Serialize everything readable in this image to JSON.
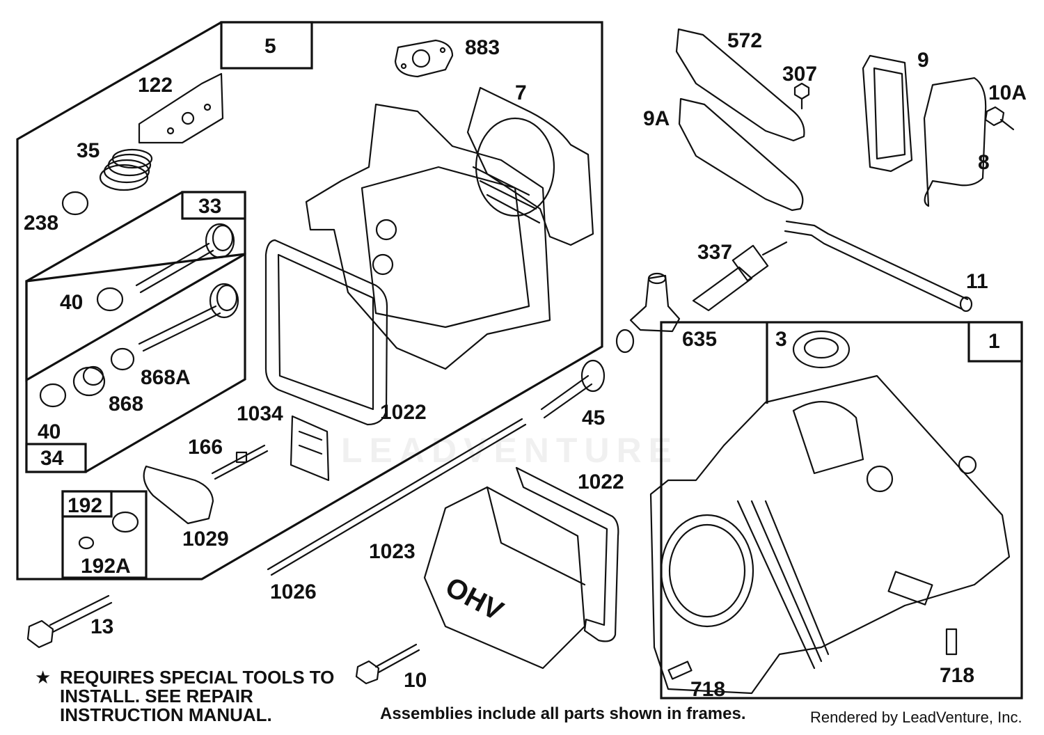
{
  "diagram": {
    "frame_labels": {
      "f5": "5",
      "f33": "33",
      "f34": "34",
      "f192": "192",
      "f1": "1"
    },
    "part_labels": {
      "p883": "883",
      "p122": "122",
      "p7": "7",
      "p35": "35",
      "p238": "238",
      "p40a": "40",
      "p868A": "868A",
      "p868": "868",
      "p40b": "40",
      "p1034": "1034",
      "p1022a": "1022",
      "p166": "166",
      "p1029": "1029",
      "p192A": "192A",
      "p13": "13",
      "p572": "572",
      "p307": "307",
      "p9A": "9A",
      "p9": "9",
      "p10A": "10A",
      "p8": "8",
      "p337": "337",
      "p11": "11",
      "p635": "635",
      "p3": "3",
      "p45": "45",
      "p1022b": "1022",
      "p1023": "1023",
      "p1026": "1026",
      "p10": "10",
      "p718a": "718",
      "p718b": "718"
    },
    "cover_text": "OHV",
    "watermark": "LEADVENTURE"
  },
  "notes": {
    "star": "★",
    "special_tools": "REQUIRES SPECIAL TOOLS TO INSTALL.  SEE REPAIR INSTRUCTION MANUAL.",
    "assemblies": "Assemblies include all parts shown in frames.",
    "rendered_by": "Rendered by LeadVenture, Inc."
  }
}
